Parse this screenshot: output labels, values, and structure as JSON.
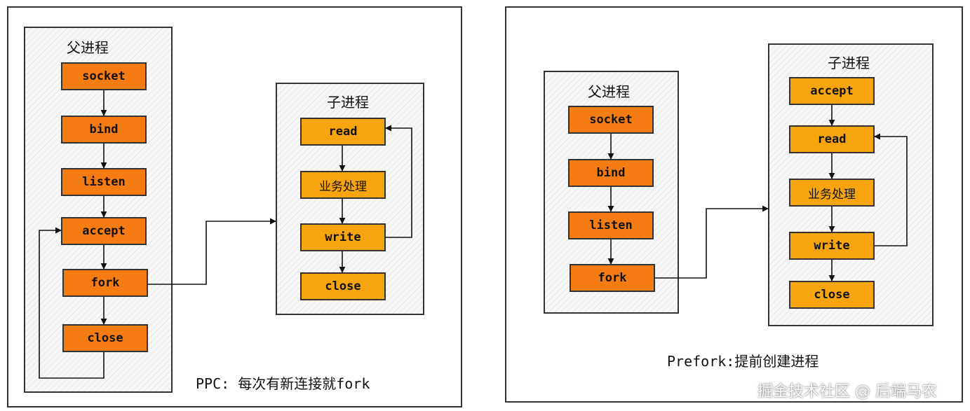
{
  "left": {
    "parent_title": "父进程",
    "child_title": "子进程",
    "parent_steps": [
      "socket",
      "bind",
      "listen",
      "accept",
      "fork",
      "close"
    ],
    "child_steps": [
      "read",
      "业务处理",
      "write",
      "close"
    ],
    "caption": "PPC: 每次有新连接就fork"
  },
  "right": {
    "parent_title": "父进程",
    "child_title": "子进程",
    "parent_steps": [
      "socket",
      "bind",
      "listen",
      "fork"
    ],
    "child_steps": [
      "accept",
      "read",
      "业务处理",
      "write",
      "close"
    ],
    "caption": "Prefork:提前创建进程"
  },
  "watermark": "掘金技术社区 @ 后端马农",
  "colors": {
    "parent_step": "#f57c12",
    "child_step": "#f6a50e",
    "line": "#111111"
  }
}
